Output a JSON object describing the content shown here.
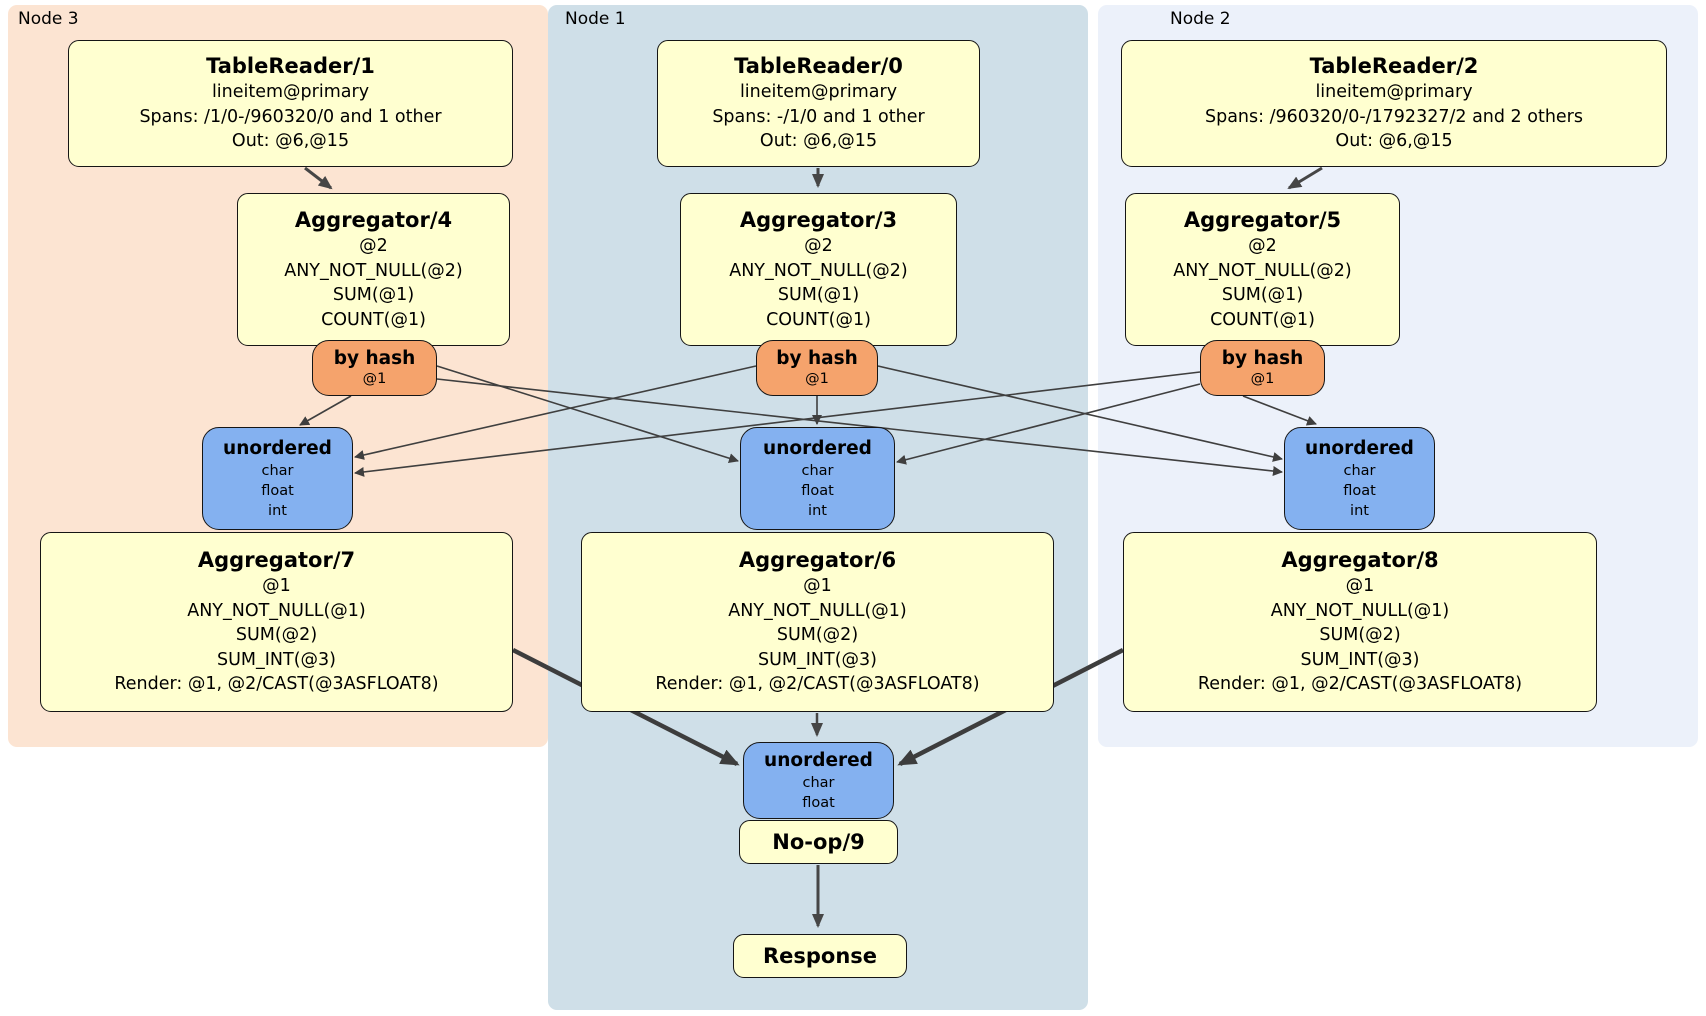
{
  "diagram": {
    "title_hint": "distributed SQL physical plan",
    "colors": {
      "node3_bg": "#fce4d2",
      "node1_bg": "#cfdfe8",
      "node2_bg": "#ecf1fa",
      "processor_fill": "#ffffd0",
      "router_fill": "#f5a36c",
      "sync_fill": "#84b1f0",
      "edge": "#3f3f3f",
      "border": "#151515"
    },
    "regions": {
      "node3": {
        "label": "Node 3"
      },
      "node1": {
        "label": "Node 1"
      },
      "node2": {
        "label": "Node 2"
      }
    },
    "boxes": {
      "tr1": {
        "title": "TableReader/1",
        "lines": [
          "lineitem@primary",
          "Spans: /1/0-/960320/0 and 1 other",
          "Out: @6,@15"
        ]
      },
      "tr0": {
        "title": "TableReader/0",
        "lines": [
          "lineitem@primary",
          "Spans: -/1/0 and 1 other",
          "Out: @6,@15"
        ]
      },
      "tr2": {
        "title": "TableReader/2",
        "lines": [
          "lineitem@primary",
          "Spans: /960320/0-/1792327/2 and 2 others",
          "Out: @6,@15"
        ]
      },
      "agg4": {
        "title": "Aggregator/4",
        "lines": [
          "@2",
          "ANY_NOT_NULL(@2)",
          "SUM(@1)",
          "COUNT(@1)"
        ]
      },
      "agg3": {
        "title": "Aggregator/3",
        "lines": [
          "@2",
          "ANY_NOT_NULL(@2)",
          "SUM(@1)",
          "COUNT(@1)"
        ]
      },
      "agg5": {
        "title": "Aggregator/5",
        "lines": [
          "@2",
          "ANY_NOT_NULL(@2)",
          "SUM(@1)",
          "COUNT(@1)"
        ]
      },
      "router3": {
        "title": "by hash",
        "lines": [
          "@1"
        ]
      },
      "router1": {
        "title": "by hash",
        "lines": [
          "@1"
        ]
      },
      "router2": {
        "title": "by hash",
        "lines": [
          "@1"
        ]
      },
      "sync3": {
        "title": "unordered",
        "lines": [
          "char",
          "float",
          "int"
        ]
      },
      "sync1": {
        "title": "unordered",
        "lines": [
          "char",
          "float",
          "int"
        ]
      },
      "sync2": {
        "title": "unordered",
        "lines": [
          "char",
          "float",
          "int"
        ]
      },
      "agg7": {
        "title": "Aggregator/7",
        "lines": [
          "@1",
          "ANY_NOT_NULL(@1)",
          "SUM(@2)",
          "SUM_INT(@3)",
          "Render: @1, @2/CAST(@3ASFLOAT8)"
        ]
      },
      "agg6": {
        "title": "Aggregator/6",
        "lines": [
          "@1",
          "ANY_NOT_NULL(@1)",
          "SUM(@2)",
          "SUM_INT(@3)",
          "Render: @1, @2/CAST(@3ASFLOAT8)"
        ]
      },
      "agg8": {
        "title": "Aggregator/8",
        "lines": [
          "@1",
          "ANY_NOT_NULL(@1)",
          "SUM(@2)",
          "SUM_INT(@3)",
          "Render: @1, @2/CAST(@3ASFLOAT8)"
        ]
      },
      "syncFinal": {
        "title": "unordered",
        "lines": [
          "char",
          "float"
        ]
      },
      "noop": {
        "title": "No-op/9"
      },
      "response": {
        "title": "Response"
      }
    }
  }
}
